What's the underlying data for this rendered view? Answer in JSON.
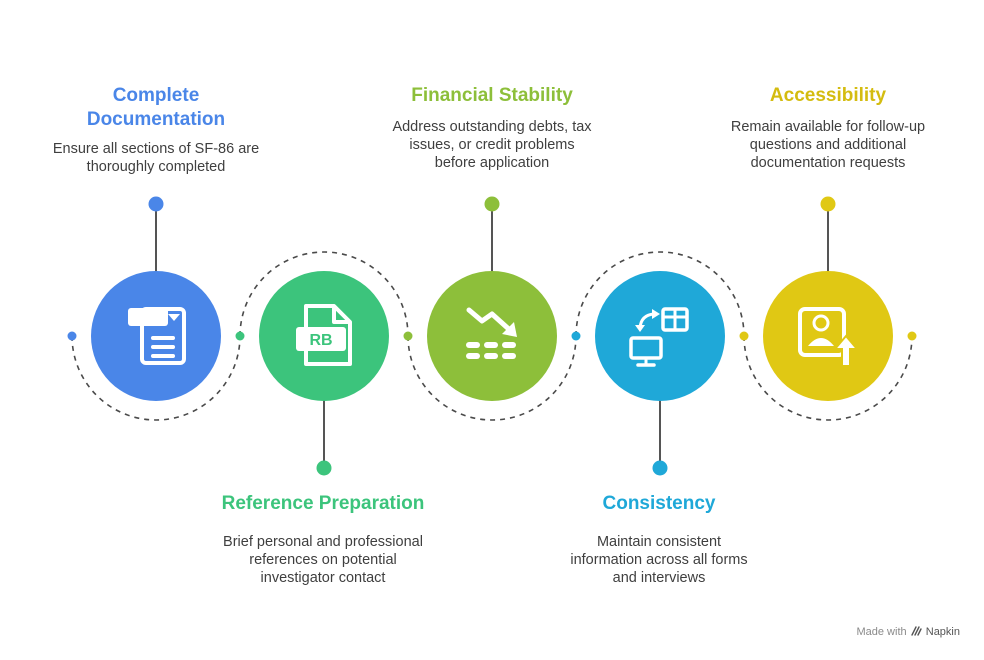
{
  "steps": [
    {
      "title_lines": [
        "Complete",
        "Documentation"
      ],
      "description_lines": [
        "Ensure all sections of SF-86 are",
        "thoroughly completed"
      ],
      "color": "#4A86E8",
      "icon": "form-document-icon"
    },
    {
      "title_lines": [
        "Reference Preparation"
      ],
      "description_lines": [
        "Brief personal and professional",
        "references on potential",
        "investigator contact"
      ],
      "color": "#3CC47C",
      "icon": "rb-document-icon",
      "icon_text": "RB"
    },
    {
      "title_lines": [
        "Financial Stability"
      ],
      "description_lines": [
        "Address outstanding debts, tax",
        "issues, or credit problems",
        "before application"
      ],
      "color": "#8DBF3A",
      "icon": "declining-chart-icon"
    },
    {
      "title_lines": [
        "Consistency"
      ],
      "description_lines": [
        "Maintain consistent",
        "information across all forms",
        "and interviews"
      ],
      "color": "#1FA8D8",
      "icon": "sync-monitor-table-icon"
    },
    {
      "title_lines": [
        "Accessibility"
      ],
      "description_lines": [
        "Remain available for follow-up",
        "questions and additional",
        "documentation requests"
      ],
      "color": "#E0C814",
      "icon": "profile-upload-icon"
    }
  ],
  "watermark": {
    "prefix": "Made with",
    "brand": "Napkin",
    "icon": "napkin-logo-icon"
  }
}
